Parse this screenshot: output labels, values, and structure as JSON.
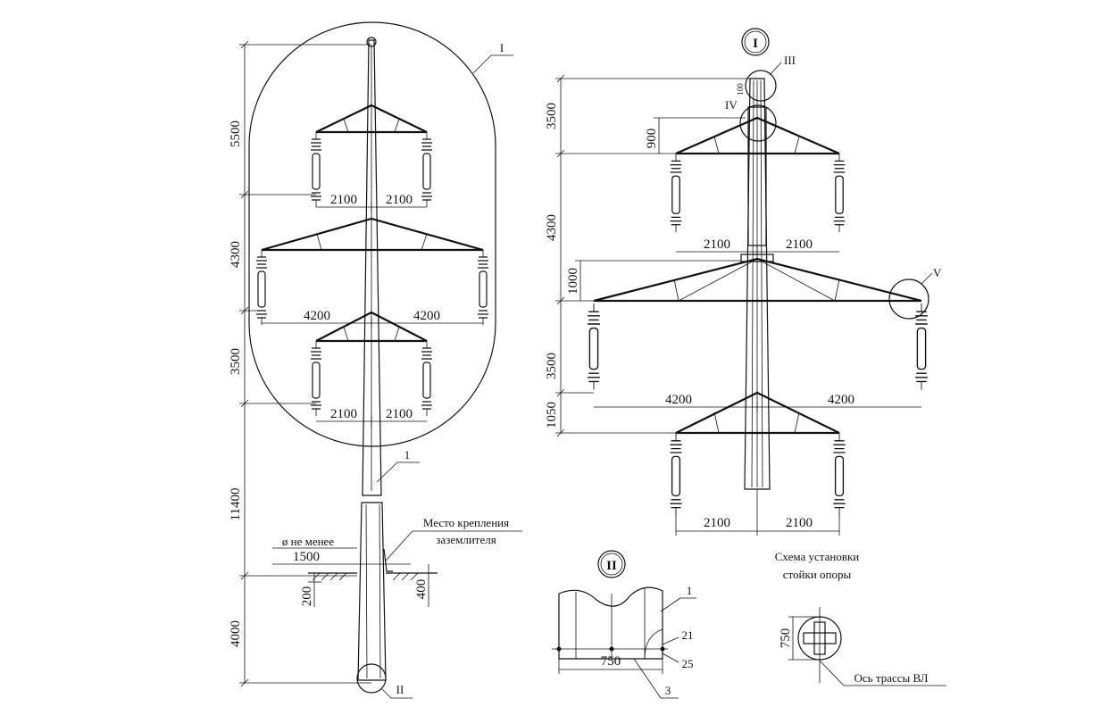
{
  "left_view": {
    "vertical_dims": [
      "5500",
      "4300",
      "3500",
      "11400",
      "4000"
    ],
    "top_arm_spans": [
      "2100",
      "2100"
    ],
    "mid_arm_spans": [
      "4200",
      "4200"
    ],
    "low_arm_spans": [
      "2100",
      "2100"
    ],
    "callout_I": "I",
    "callout_1": "1",
    "callout_II": "II",
    "ground_note_line1": "Место крепления",
    "ground_note_line2": "заземлителя",
    "diameter_note": "ø не менее",
    "diameter_value": "1500",
    "depth_left": "200",
    "depth_right": "400"
  },
  "detail_I": {
    "title": "I",
    "vertical_dims": [
      "3500",
      "4300",
      "3500",
      "1050"
    ],
    "small_dims": [
      "100",
      "900",
      "1000"
    ],
    "callouts": [
      "III",
      "IV",
      "V"
    ],
    "top_arm_spans": [
      "2100",
      "2100"
    ],
    "mid_arm_spans": [
      "4200",
      "4200"
    ],
    "bottom_arm_spans": [
      "2100",
      "2100"
    ]
  },
  "detail_II": {
    "title": "II",
    "width_dim": "750",
    "callouts": [
      "1",
      "21",
      "25",
      "3"
    ]
  },
  "installation_scheme": {
    "title_line1": "Схема установки",
    "title_line2": "стойки опоры",
    "dim": "750",
    "axis_label": "Ось трассы ВЛ"
  }
}
